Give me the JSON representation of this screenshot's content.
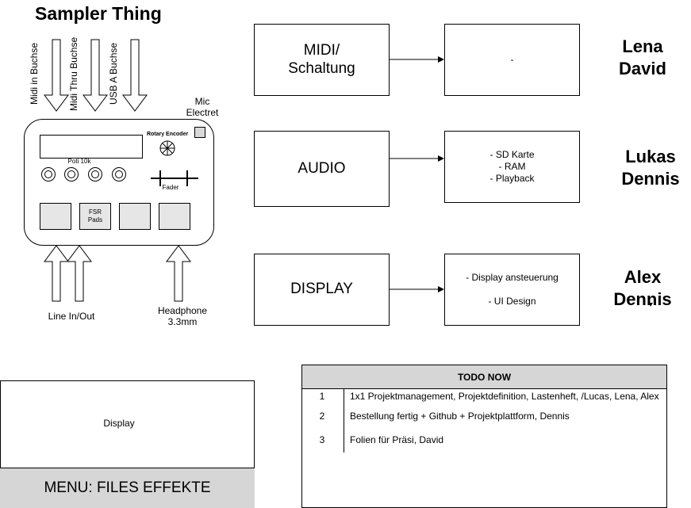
{
  "title": "Sampler Thing",
  "device": {
    "top_inputs": [
      "Midi in Buchse",
      "Midi Thru Buchse",
      "USB A Buchse"
    ],
    "mic_label": "Mic\nElectret",
    "rotary_label": "Rotary Encoder",
    "poti_label": "Poti 10k",
    "fader_label": "Fader",
    "fsr_label": "FSR\nPads",
    "line_label": "Line In/Out",
    "headphone_label": "Headphone\n3.3mm"
  },
  "blocks": [
    {
      "name": "MIDI/\nSchaltung",
      "detail": "-",
      "team": "Lena\nDavid"
    },
    {
      "name": "AUDIO",
      "detail": "- SD Karte\n- RAM\n- Playback",
      "team": "Lukas\nDennis"
    },
    {
      "name": "DISPLAY",
      "detail": "- Display ansteuerung\n\n- UI Design",
      "team": "Alex\nDennis"
    }
  ],
  "display_panel": {
    "label": "Display",
    "menu": "MENU: FILES EFFEKTE"
  },
  "todo": {
    "header": "TODO NOW",
    "rows": [
      {
        "num": "1",
        "text": "1x1 Projektmanagement, Projektdefinition, Lastenheft, /Lucas, Lena, Alex"
      },
      {
        "num": "2",
        "text": "Bestellung fertig + Github + Projektplattform, Dennis"
      },
      {
        "num": "3",
        "text": "Folien für Präsi, David"
      }
    ]
  }
}
